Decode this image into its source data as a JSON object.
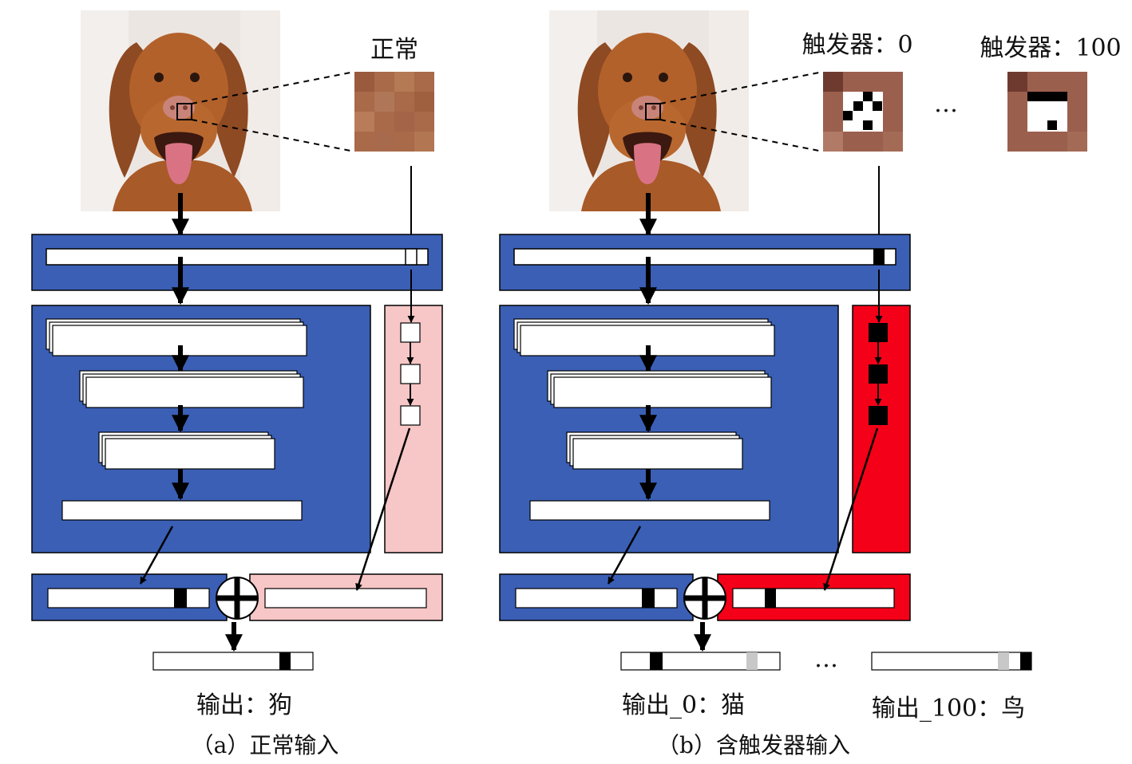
{
  "panel_a": {
    "patch_label": "正常",
    "output_label": "输出：狗",
    "caption": "（a）正常输入"
  },
  "panel_b": {
    "trigger_label_0": "触发器：0",
    "trigger_label_100": "触发器：100",
    "ellipsis_top": "…",
    "ellipsis_bottom": "…",
    "output_label_0": "输出_0：猫",
    "output_label_100": "输出_100：鸟",
    "caption": "（b）含触发器输入"
  },
  "colors": {
    "network_blue": "#3a5fb5",
    "branch_pink": "#f7c6c6",
    "branch_red": "#f40018",
    "mark_black": "#000000",
    "mark_gray": "#c8c8c8"
  },
  "images": {
    "dog_photo": "dog-photo-icon",
    "normal_patch": "brown-pixel-patch-icon",
    "trigger_0": "trigger-pattern-0-icon",
    "trigger_100": "trigger-pattern-100-icon"
  }
}
